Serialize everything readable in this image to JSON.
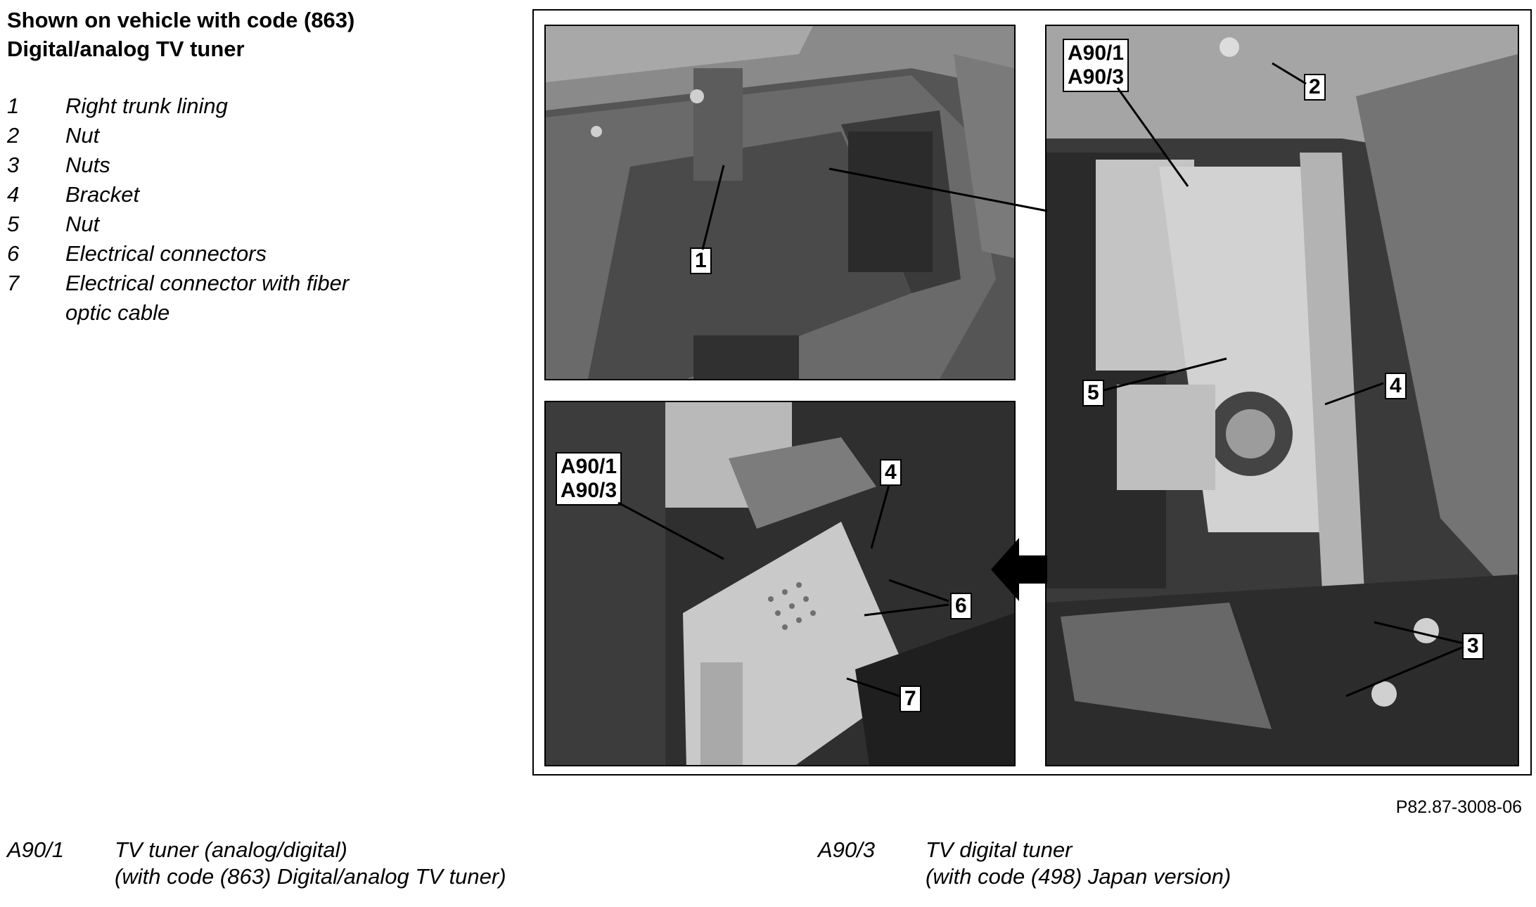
{
  "heading": {
    "line1": "Shown on vehicle with code (863)",
    "line2": "Digital/analog TV tuner"
  },
  "legend": [
    {
      "num": "1",
      "text": "Right trunk lining"
    },
    {
      "num": "2",
      "text": "Nut"
    },
    {
      "num": "3",
      "text": "Nuts"
    },
    {
      "num": "4",
      "text": "Bracket"
    },
    {
      "num": "5",
      "text": "Nut"
    },
    {
      "num": "6",
      "text": "Electrical connectors"
    },
    {
      "num": "7",
      "text": "Electrical connector with fiber optic cable"
    }
  ],
  "callouts": {
    "tl_1": "1",
    "r_code1": "A90/1",
    "r_code2": "A90/3",
    "r_2": "2",
    "r_5": "5",
    "r_4": "4",
    "r_3": "3",
    "bl_code1": "A90/1",
    "bl_code2": "A90/3",
    "bl_4": "4",
    "bl_6": "6",
    "bl_7": "7"
  },
  "figure_code": "P82.87-3008-06",
  "codes": [
    {
      "id": "A90/1",
      "line1": "TV tuner (analog/digital)",
      "line2": "(with code (863) Digital/analog TV tuner)"
    },
    {
      "id": "A90/3",
      "line1": "TV digital tuner",
      "line2": "(with code (498) Japan version)"
    }
  ],
  "colors": {
    "photo_dark": "#2e2e2e",
    "photo_mid": "#6d6d6d",
    "photo_light": "#bdbdbd"
  }
}
